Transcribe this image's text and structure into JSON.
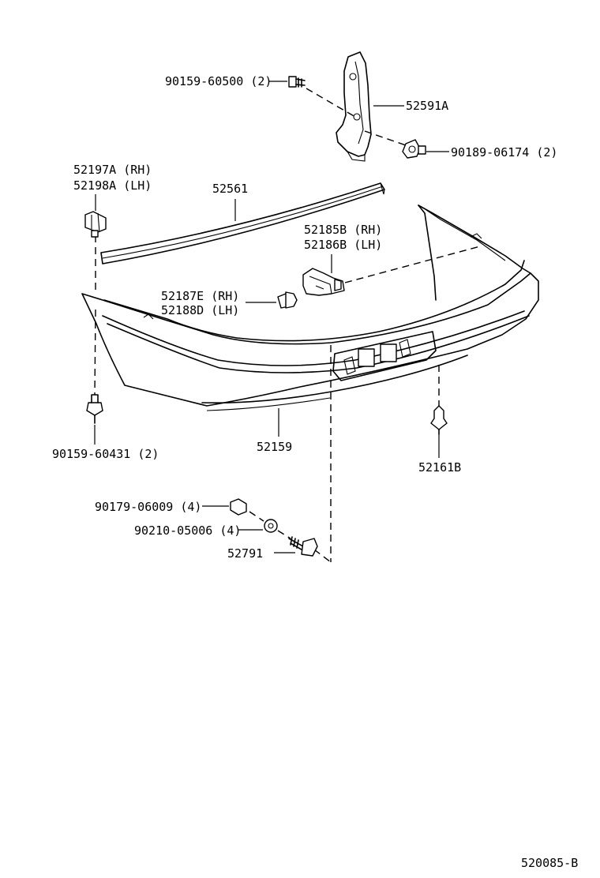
{
  "diagram_id": "520085-B",
  "parts": [
    {
      "id": "p1",
      "lines": [
        "90159-60500 (2)"
      ]
    },
    {
      "id": "p2",
      "lines": [
        "52591A"
      ]
    },
    {
      "id": "p3",
      "lines": [
        "90189-06174 (2)"
      ]
    },
    {
      "id": "p4",
      "lines": [
        "52197A (RH)",
        "52198A (LH)"
      ]
    },
    {
      "id": "p5",
      "lines": [
        "52561"
      ]
    },
    {
      "id": "p6",
      "lines": [
        "52185B (RH)",
        "52186B (LH)"
      ]
    },
    {
      "id": "p7",
      "lines": [
        "52187E (RH)",
        "52188D (LH)"
      ]
    },
    {
      "id": "p8",
      "lines": [
        "90159-60431 (2)"
      ]
    },
    {
      "id": "p9",
      "lines": [
        "52159"
      ]
    },
    {
      "id": "p10",
      "lines": [
        "52161B"
      ]
    },
    {
      "id": "p11",
      "lines": [
        "90179-06009 (4)"
      ]
    },
    {
      "id": "p12",
      "lines": [
        "90210-05006 (4)"
      ]
    },
    {
      "id": "p13",
      "lines": [
        "52791"
      ]
    }
  ]
}
